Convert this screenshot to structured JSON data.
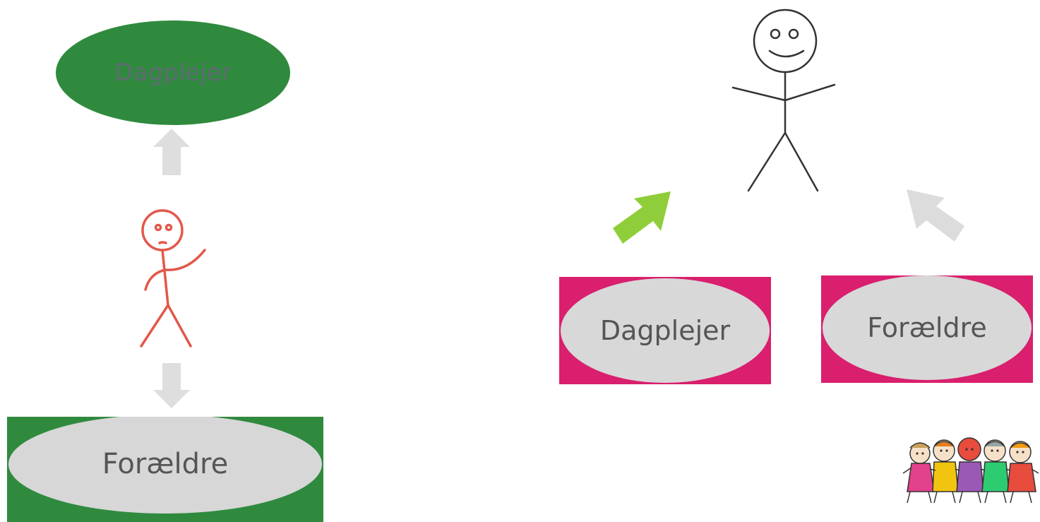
{
  "left_panel": {
    "top_node": {
      "label": "Dagplejer",
      "fill": "#2f8a3e",
      "text_color": "#5f6b73"
    },
    "bottom_node": {
      "label": "Forældre",
      "box_fill": "#2f8a3e",
      "ellipse_fill": "#d7d7d7",
      "text_color": "#555555"
    },
    "figure_color": "#e2584a",
    "arrow_color": "#dedede"
  },
  "right_panel": {
    "node_a": {
      "label": "Dagplejer",
      "box_fill": "#d91f6d",
      "ellipse_fill": "#d8d8d8",
      "text_color": "#555555"
    },
    "node_b": {
      "label": "Forældre",
      "box_fill": "#d91f6d",
      "ellipse_fill": "#d8d8d8",
      "text_color": "#555555"
    },
    "figure_color": "#333333",
    "arrow_a_color": "#8fce3a",
    "arrow_b_color": "#dcdcdc"
  },
  "clipart": {
    "icon": "children-clipart"
  }
}
